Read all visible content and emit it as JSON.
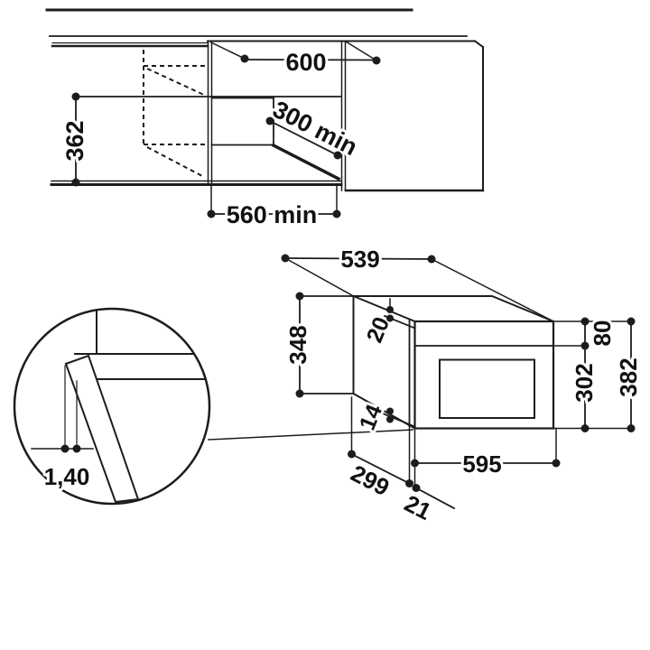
{
  "colors": {
    "background": "#ffffff",
    "line": "#1c1c1c",
    "label": "#111111"
  },
  "labels": {
    "top_view": {
      "niche_width": "600",
      "niche_height": "362",
      "front_clearance": "300 min",
      "niche_depth": "560 min"
    },
    "oven_view": {
      "depth": "539",
      "rear_height": "348",
      "top_overhang": "20",
      "bottom_overhang": "14",
      "panel_height": "80",
      "door_height": "302",
      "front_height": "382",
      "front_width": "595",
      "body_depth": "299",
      "door_thickness": "21"
    },
    "detail_view": {
      "gap": "1,40"
    }
  }
}
